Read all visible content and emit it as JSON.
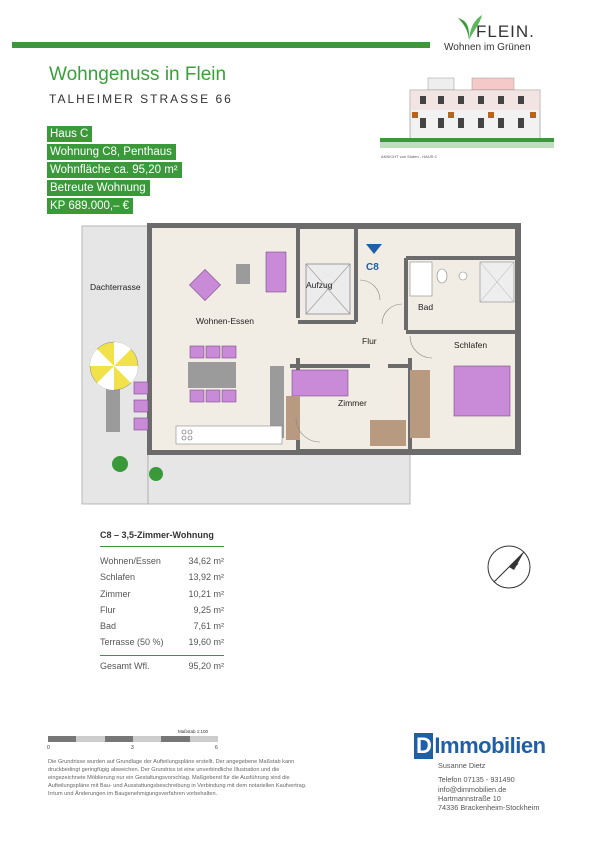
{
  "logo": {
    "name": "FLEIN.",
    "tagline": "Wohnen im Grünen"
  },
  "title": "Wohngenuss in Flein",
  "address": "TALHEIMER STRASSE 66",
  "tags": [
    "Haus C",
    "Wohnung C8, Penthaus",
    "Wohnfläche ca. 95,20 m²",
    "Betreute Wohnung",
    "KP 689.000,– €"
  ],
  "elevation_caption": "ANSICHT von Süden - HAUS C",
  "plan": {
    "unit_label": "C8",
    "rooms": {
      "dachterrasse": "Dachterrasse",
      "wohnen": "Wohnen-Essen",
      "aufzug": "Aufzug",
      "bad": "Bad",
      "flur": "Flur",
      "schlafen": "Schlafen",
      "zimmer": "Zimmer"
    }
  },
  "table": {
    "heading": "C8 – 3,5-Zimmer-Wohnung",
    "rows": [
      {
        "label": "Wohnen/Essen",
        "value": "34,62 m²"
      },
      {
        "label": "Schlafen",
        "value": "13,92 m²"
      },
      {
        "label": "Zimmer",
        "value": "10,21 m²"
      },
      {
        "label": "Flur",
        "value": "9,25 m²"
      },
      {
        "label": "Bad",
        "value": "7,61 m²"
      },
      {
        "label": "Terrasse (50 %)",
        "value": "19,60 m²"
      }
    ],
    "total": {
      "label": "Gesamt Wfl.",
      "value": "95,20 m²"
    }
  },
  "scale": {
    "label": "Maßstab 1:100",
    "ticks": [
      "0",
      "3",
      "6"
    ]
  },
  "disclaimer": "Die Grundrisse wurden auf Grundlage der Aufteilungspläne erstellt. Der angegebene Maßstab kann druckbedingt geringfügig abweichen. Der Grundriss ist eine unverbindliche Illustration und die eingezeichnete Möblierung nur ein Gestaltungsvorschlag. Maßgebend für die Ausführung sind die Aufteilungspläne mit Bau- und Ausstattungsbeschreibung in Verbindung mit dem notariellen Kaufvertrag. Irrtum und Änderungen im Baugenehmigungsverfahren vorbehalten.",
  "immo": {
    "brand_d": "D",
    "brand_rest": "Immobilien",
    "contact": [
      "Susanne Dietz",
      "Telefon 07135 - 931490",
      "info@dimmobilien.de",
      "Hartmannstraße 10",
      "74336 Brackenheim-Stockheim"
    ]
  },
  "colors": {
    "accent": "#3a9a3a",
    "brand_blue": "#1f5fa8",
    "furniture": "#c98ad8"
  }
}
